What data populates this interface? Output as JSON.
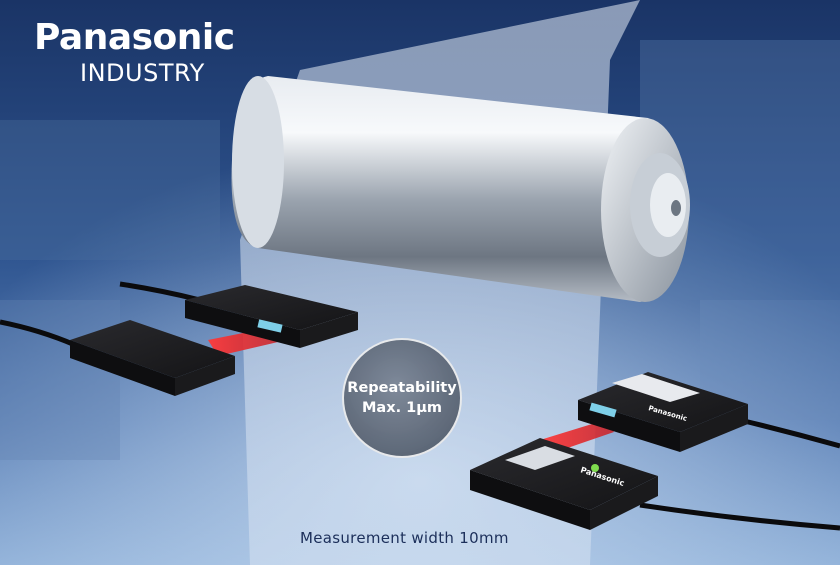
{
  "brand": {
    "name": "Panasonic",
    "division": "INDUSTRY"
  },
  "badge": {
    "line1": "Repeatability",
    "line2": "Max. 1µm"
  },
  "caption": "Measurement width 10mm",
  "sensor_left_back": {
    "label": ""
  },
  "sensor_left_front": {
    "label": ""
  },
  "sensor_right_back": {
    "label": "Panasonic"
  },
  "sensor_right_front": {
    "label": "Panasonic"
  },
  "colors": {
    "background": "#1a3a6e",
    "roller": "#b8c0cc",
    "laser": "#e0282e",
    "sensor_body": "#1a1a1c",
    "caption_text": "#1c2f5a"
  }
}
